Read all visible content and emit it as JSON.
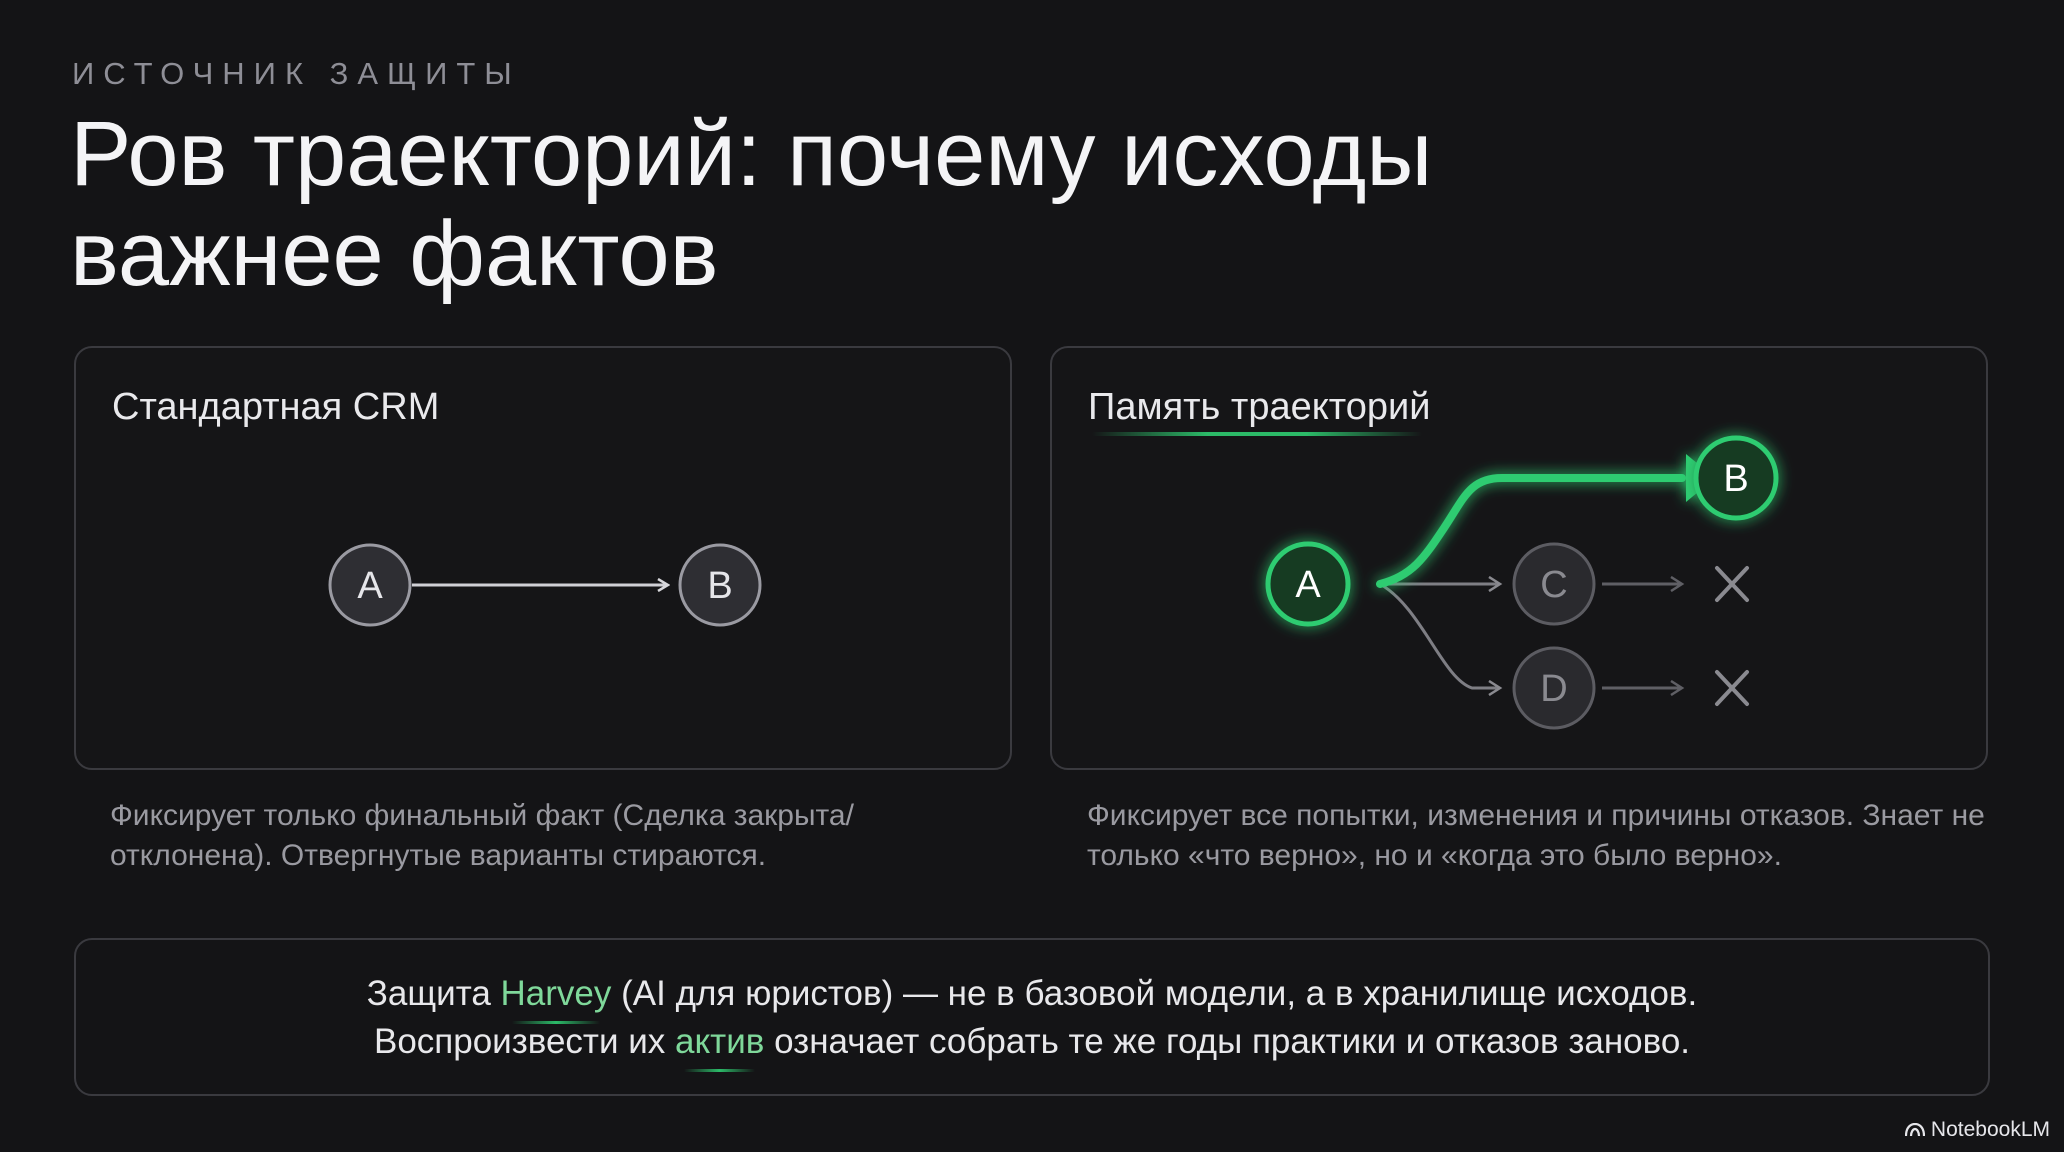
{
  "eyebrow": "ИСТОЧНИК ЗАЩИТЫ",
  "title": "Ров траекторий: почему исходы важнее фактов",
  "left_panel": {
    "title": "Стандартная CRM",
    "nodes": {
      "a": "A",
      "b": "B"
    },
    "caption": "Фиксирует только финальный факт (Сделка закрыта/отклонена). Отвергнутые варианты стираются."
  },
  "right_panel": {
    "title": "Память траекторий",
    "nodes": {
      "a": "A",
      "b": "B",
      "c": "C",
      "d": "D"
    },
    "caption": "Фиксирует все попытки, изменения и причины отказов. Знает не только «что верно», но и «когда это было верно»."
  },
  "footer": {
    "line1_before": "Защита ",
    "line1_highlight": "Harvey",
    "line1_after": " (AI для юристов) — не в базовой модели, а в хранилище исходов.",
    "line2_before": "Воспроизвести их ",
    "line2_highlight": "актив",
    "line2_after": " означает собрать те же годы практики и отказов заново."
  },
  "brand": "NotebookLM",
  "colors": {
    "background": "#141416",
    "accent_green": "#2ecc71",
    "node_fill": "#2e2e33",
    "muted_text": "#9a9aa1"
  }
}
